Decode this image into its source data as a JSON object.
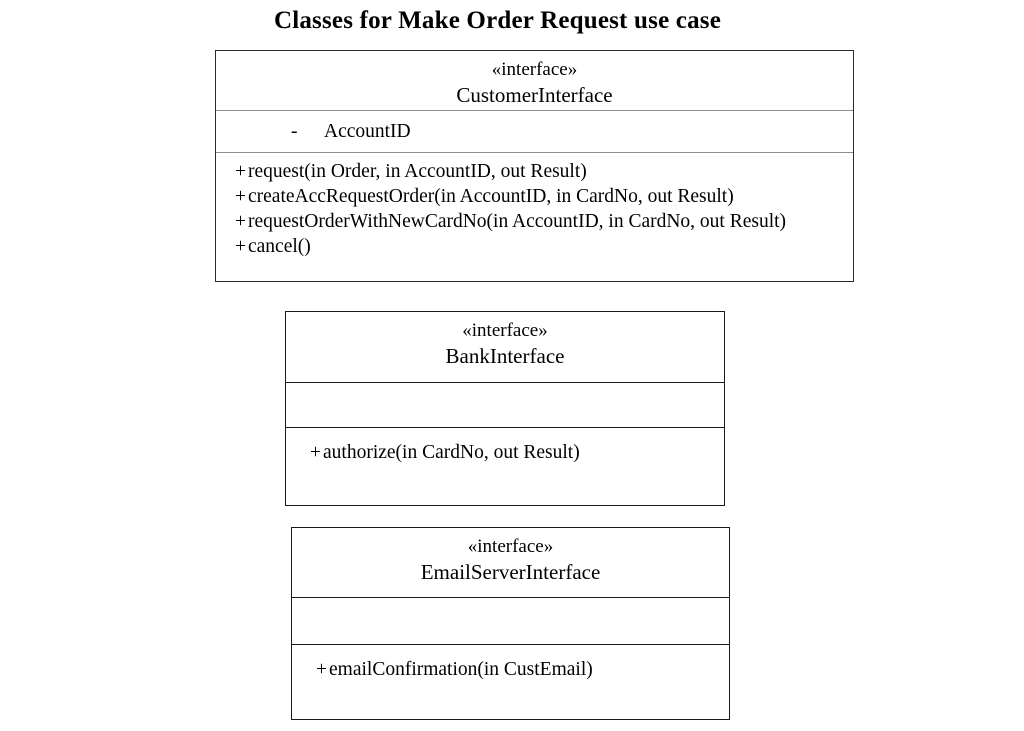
{
  "diagram": {
    "title": "Classes for Make Order Request use case",
    "type": "uml-class-diagram",
    "background_color": "#ffffff",
    "line_color": "#1a1a1a",
    "text_color": "#000000"
  },
  "classes": [
    {
      "stereotype": "«interface»",
      "name": "CustomerInterface",
      "attributes": [
        {
          "visibility": "-",
          "text": "AccountID"
        }
      ],
      "operations": [
        {
          "visibility": "+",
          "text": "request(in Order, in AccountID, out Result)"
        },
        {
          "visibility": "+",
          "text": "createAccRequestOrder(in AccountID, in CardNo, out Result)"
        },
        {
          "visibility": "+",
          "text": "requestOrderWithNewCardNo(in AccountID, in CardNo, out Result)"
        },
        {
          "visibility": "+",
          "text": "cancel()"
        }
      ]
    },
    {
      "stereotype": "«interface»",
      "name": "BankInterface",
      "attributes": [],
      "operations": [
        {
          "visibility": "+",
          "text": "authorize(in CardNo, out Result)"
        }
      ]
    },
    {
      "stereotype": "«interface»",
      "name": "EmailServerInterface",
      "attributes": [],
      "operations": [
        {
          "visibility": "+",
          "text": "emailConfirmation(in CustEmail)"
        }
      ]
    }
  ]
}
